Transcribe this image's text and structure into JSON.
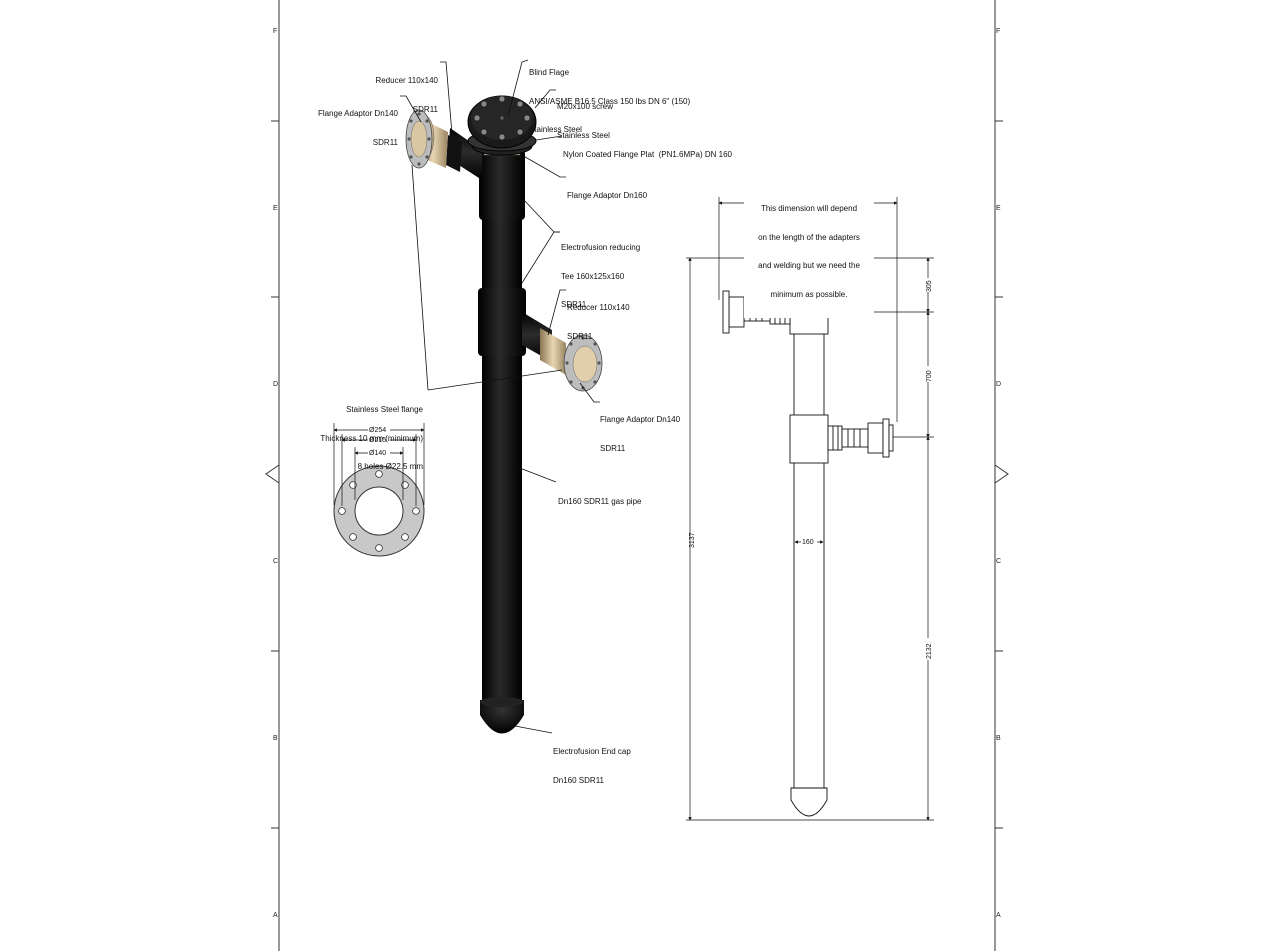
{
  "sheet": {
    "zone_letters": [
      "F",
      "E",
      "D",
      "C",
      "B",
      "A"
    ]
  },
  "callouts": {
    "reducer_top": [
      "Reducer 110x140",
      "SDR11"
    ],
    "flange_adaptor_top": [
      "Flange Adaptor Dn140",
      "SDR11"
    ],
    "blind_flange": [
      "Blind Flage",
      "ANSI/ASME B16.5 Class 150 lbs DN 6\" (150)",
      "Stainless Steel"
    ],
    "screw": [
      "M20x100 screw",
      "Stainless Steel"
    ],
    "nylon_flange": [
      "Nylon Coated Flange Plat  (PN1.6MPa) DN 160"
    ],
    "flange_adaptor_160": [
      "Flange Adaptor Dn160"
    ],
    "electrofusion_tee": [
      "Electrofusion reducing",
      "Tee 160x125x160",
      "SDR11"
    ],
    "reducer_mid": [
      "Reducer 110x140",
      "SDR11"
    ],
    "ss_flange": [
      "Stainless Steel flange",
      "Thickness 10 mm (minimum)",
      "8 holes Ø22.5 mm"
    ],
    "flange_adaptor_mid": [
      "Flange Adaptor Dn140",
      "SDR11"
    ],
    "gas_pipe": [
      "Dn160 SDR11 gas pipe"
    ],
    "end_cap": [
      "Electrofusion End cap",
      "Dn160 SDR11"
    ],
    "dimension_note": [
      "This dimension will depend",
      "on the length of the adapters",
      "and welding but we need the",
      "minimum as possible."
    ]
  },
  "flange_detail": {
    "d_outer": "Ø254",
    "d_bolt": "Ø215",
    "d_bore": "Ø140"
  },
  "dimensions": {
    "total_height": "3137",
    "top_segment": "305",
    "mid_segment": "700",
    "lower_segment": "2132",
    "pipe_diameter": "160"
  },
  "colors": {
    "pipe": "#0a0a0a",
    "adaptor": "#d8c4a0",
    "flange": "#b8b8b8",
    "line": "#111111"
  }
}
